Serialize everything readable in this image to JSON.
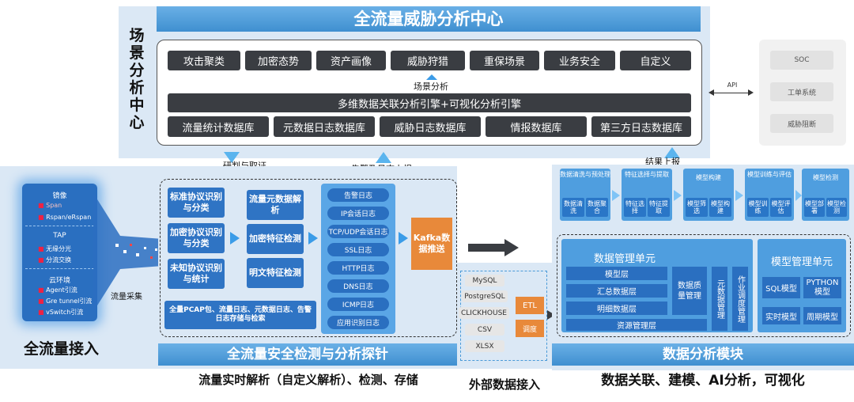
{
  "top": {
    "title": "全流量威胁分析中心",
    "side_label": "场景分析中心",
    "scenarios": [
      "攻击聚类",
      "加密态势",
      "资产画像",
      "威胁狩猎",
      "重保场景",
      "业务安全",
      "自定义"
    ],
    "scene_label": "场景分析",
    "engine": "多维数据关联分析引擎+可视化分析引擎",
    "databases": [
      "流量统计数据库",
      "元数据日志数据库",
      "威胁日志数据库",
      "情报数据库",
      "第三方日志数据库"
    ]
  },
  "right_top": {
    "api_label": "API",
    "items": [
      "SOC",
      "工单系统",
      "威胁阻断"
    ]
  },
  "arrows": {
    "judge": "研判与取证",
    "alert_up": "告警及日志上报",
    "result_up": "结果上报"
  },
  "access": {
    "groups": [
      {
        "title": "镜像",
        "items": [
          "Span",
          "Rspan/eRspan"
        ]
      },
      {
        "title": "TAP",
        "items": [
          "无缘分光",
          "分流交换"
        ]
      },
      {
        "title": "云环境",
        "items": [
          "Agent引流",
          "Gre tunnel引流",
          "vSwitch引流"
        ]
      }
    ],
    "collect_label": "流量采集",
    "title": "全流量接入"
  },
  "probe": {
    "left_boxes": [
      "标准协议识别与分类",
      "加密协议识别与分类",
      "未知协议识别与统计"
    ],
    "mid_boxes": [
      "流量元数据解析",
      "加密特征检测",
      "明文特征检测"
    ],
    "logs": [
      "告警日志",
      "IP会话日志",
      "TCP/UDP会话日志",
      "SSL日志",
      "HTTP日志",
      "DNS日志",
      "ICMP日志",
      "应用识别日志"
    ],
    "kafka": "Kafka数据推送",
    "storage": "全量PCAP包、流量日志、元数据日志、告警日志存储与检索",
    "title": "全流量安全检测与分析探针",
    "caption": "流量实时解析（自定义解析）、检测、存储"
  },
  "external": {
    "sources": [
      "MySQL",
      "PostgreSQL",
      "CLICKHOUSE",
      "CSV",
      "XLSX"
    ],
    "etl": "ETL",
    "schedule": "调度",
    "caption": "外部数据接入"
  },
  "analysis": {
    "steps": [
      {
        "title": "数据清洗与预处理",
        "subs": [
          "数据清洗",
          "数据聚合"
        ]
      },
      {
        "title": "特征选择与提取",
        "subs": [
          "特征选择",
          "特征提取"
        ]
      },
      {
        "title": "模型构建",
        "subs": [
          "模型筛选",
          "模型构建"
        ]
      },
      {
        "title": "模型训练与评估",
        "subs": [
          "模型训练",
          "模型评估"
        ]
      },
      {
        "title": "模型检测",
        "subs": [
          "模型部署",
          "模型检测"
        ]
      }
    ],
    "data_mgmt": {
      "title": "数据管理单元",
      "layers": [
        "模型层",
        "汇总数据层",
        "明细数据层",
        "资源管理层"
      ],
      "quality": "数据质量管理",
      "meta": "元数据管理",
      "job": "作业调度管理"
    },
    "model_mgmt": {
      "title": "模型管理单元",
      "items": [
        "SQL模型",
        "PYTHON模型",
        "实时模型",
        "周期模型"
      ]
    },
    "title": "数据分析模块",
    "caption": "数据关联、建模、AI分析，可视化"
  },
  "colors": {
    "accent": "#2f74c4",
    "dark": "#3a3d42",
    "bar": "#4a9ad8",
    "orange": "#e8893a"
  }
}
